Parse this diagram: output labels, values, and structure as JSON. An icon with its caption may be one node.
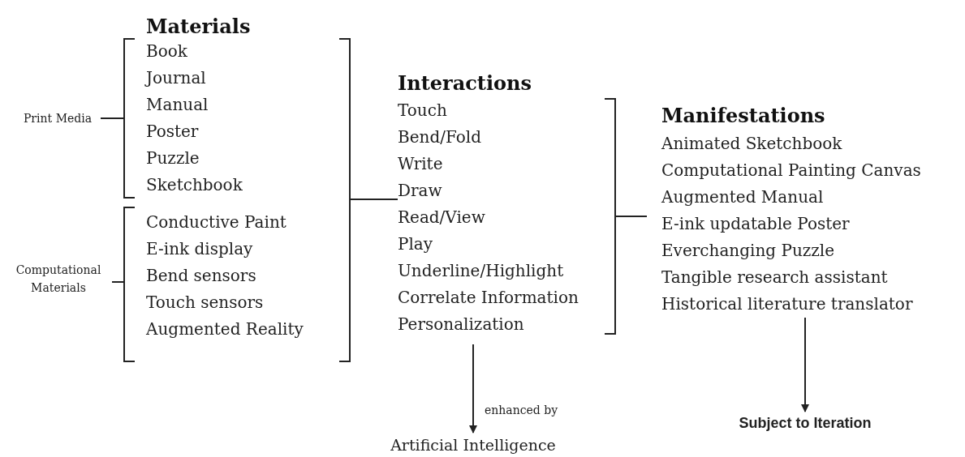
{
  "diagram": {
    "nodes": [
      {
        "text": [
          "Print Media"
        ]
      },
      {
        "text": [
          "Computational Materials"
        ]
      },
      {
        "text": [
          "Materials"
        ]
      },
      {
        "text": [
          "Book",
          "Journal",
          "Manual",
          "Poster",
          "Puzzle",
          "Sketchbook"
        ],
        "in": 2
      },
      {
        "text": [
          "Conductive Paint",
          "E-ink display",
          "Bend sensors",
          "Touch sensors",
          "Augmented Reality"
        ],
        "in": 2
      },
      {
        "text": [
          "Interactions",
          "Touch",
          "Bend/Fold",
          "Write",
          "Draw",
          "Read/View",
          "Play",
          "Underline/Highlight",
          "Correlate Information",
          "Personalization"
        ]
      },
      {
        "text": [
          "Manifestations",
          "Animated Sketchbook",
          "Computational Painting Canvas",
          "Augmented Manual",
          "E-ink updatable Poster",
          "Everchanging Puzzle",
          "Tangible research assistant",
          "Historical literature translator"
        ]
      },
      {
        "text": [
          "Artificial Intelligence"
        ]
      },
      {
        "text": [
          "Subject to Iteration"
        ]
      }
    ],
    "edges": [
      {
        "from": 0,
        "to": 3,
        "arrow": "none"
      },
      {
        "from": 1,
        "to": 4,
        "arrow": "none"
      },
      {
        "from": 2,
        "to": 5,
        "arrow": "none"
      },
      {
        "from": 5,
        "to": 6,
        "arrow": "none"
      },
      {
        "from": 5,
        "to": 7,
        "arrow": "to",
        "label": "enhanced by"
      },
      {
        "from": 6,
        "to": 8,
        "arrow": "to"
      }
    ]
  }
}
